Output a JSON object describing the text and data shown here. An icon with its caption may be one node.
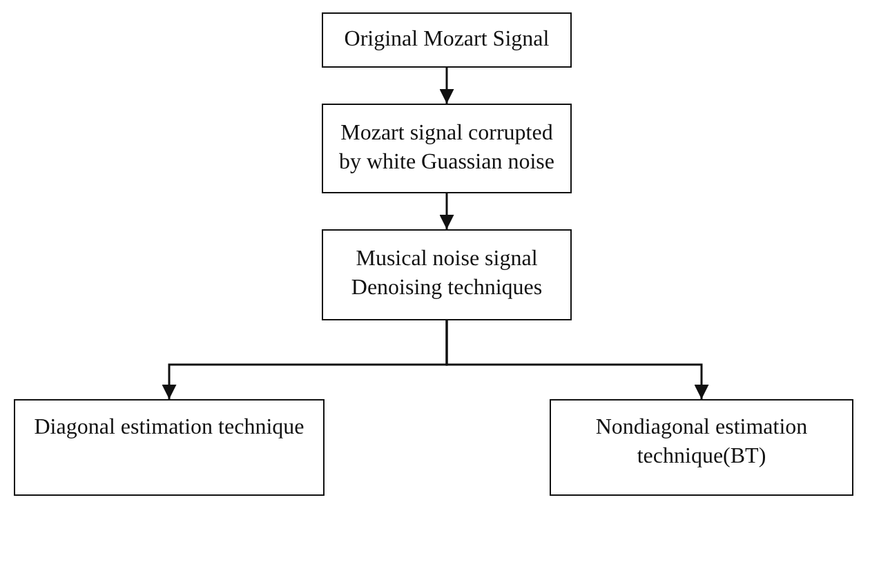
{
  "diagram": {
    "nodes": [
      {
        "text": [
          "Original Mozart Signal"
        ]
      },
      {
        "text": [
          "Mozart signal corrupted by white Guassian noise"
        ]
      },
      {
        "text": [
          "Musical noise signal Denoising techniques"
        ]
      },
      {
        "text": [
          "Diagonal estimation technique"
        ]
      },
      {
        "text": [
          "Nondiagonal estimation technique(BT)"
        ]
      }
    ],
    "edges": [
      {
        "from": 0,
        "to": 1,
        "arrow": "to"
      },
      {
        "from": 1,
        "to": 2,
        "arrow": "to"
      },
      {
        "from": 2,
        "to": 3,
        "arrow": "to"
      },
      {
        "from": 2,
        "to": 4,
        "arrow": "to"
      }
    ]
  }
}
